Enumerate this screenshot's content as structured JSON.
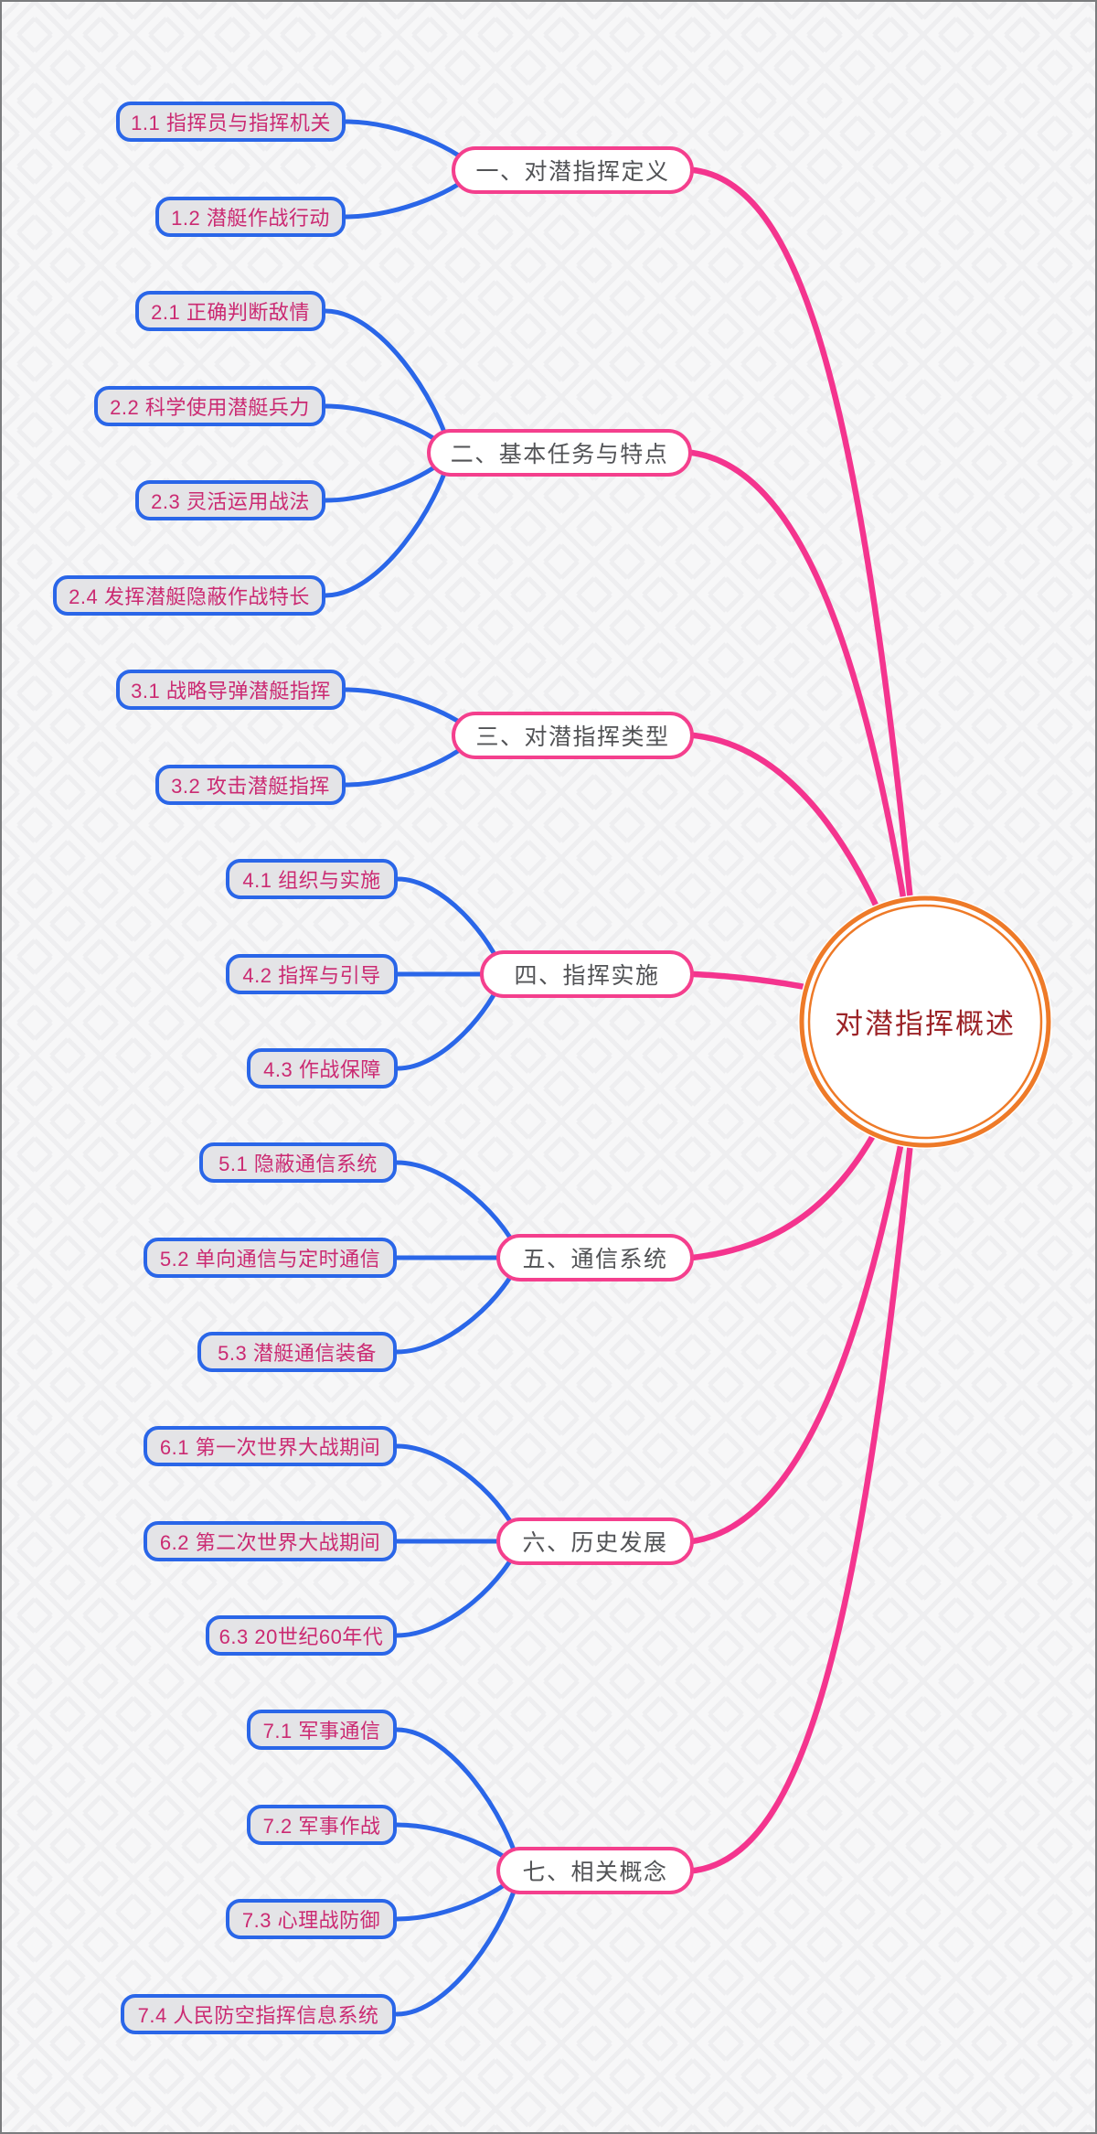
{
  "center": {
    "label": "对潜指挥概述"
  },
  "branches": [
    {
      "label": "一、对潜指挥定义",
      "children": [
        {
          "label": "1.1 指挥员与指挥机关"
        },
        {
          "label": "1.2 潜艇作战行动"
        }
      ]
    },
    {
      "label": "二、基本任务与特点",
      "children": [
        {
          "label": "2.1 正确判断敌情"
        },
        {
          "label": "2.2 科学使用潜艇兵力"
        },
        {
          "label": "2.3 灵活运用战法"
        },
        {
          "label": "2.4 发挥潜艇隐蔽作战特长"
        }
      ]
    },
    {
      "label": "三、对潜指挥类型",
      "children": [
        {
          "label": "3.1 战略导弹潜艇指挥"
        },
        {
          "label": "3.2 攻击潜艇指挥"
        }
      ]
    },
    {
      "label": "四、指挥实施",
      "children": [
        {
          "label": "4.1 组织与实施"
        },
        {
          "label": "4.2 指挥与引导"
        },
        {
          "label": "4.3 作战保障"
        }
      ]
    },
    {
      "label": "五、通信系统",
      "children": [
        {
          "label": "5.1 隐蔽通信系统"
        },
        {
          "label": "5.2 单向通信与定时通信"
        },
        {
          "label": "5.3 潜艇通信装备"
        }
      ]
    },
    {
      "label": "六、历史发展",
      "children": [
        {
          "label": "6.1 第一次世界大战期间"
        },
        {
          "label": "6.2 第二次世界大战期间"
        },
        {
          "label": "6.3 20世纪60年代"
        }
      ]
    },
    {
      "label": "七、相关概念",
      "children": [
        {
          "label": "7.1 军事通信"
        },
        {
          "label": "7.2 军事作战"
        },
        {
          "label": "7.3 心理战防御"
        },
        {
          "label": "7.4 人民防空指挥信息系统"
        }
      ]
    }
  ],
  "colors": {
    "branch_link_pink": "#f4348e",
    "branch_border_pink": "#f43f8d",
    "child_link_blue": "#2a66e8",
    "child_fill_gray": "#e4e4e7",
    "child_text_pink": "#cb2a72",
    "central_ring_orange": "#ee7a28",
    "central_text_red": "#9c2428",
    "main_text_gray": "#525356",
    "background": "#f7f7f8"
  }
}
